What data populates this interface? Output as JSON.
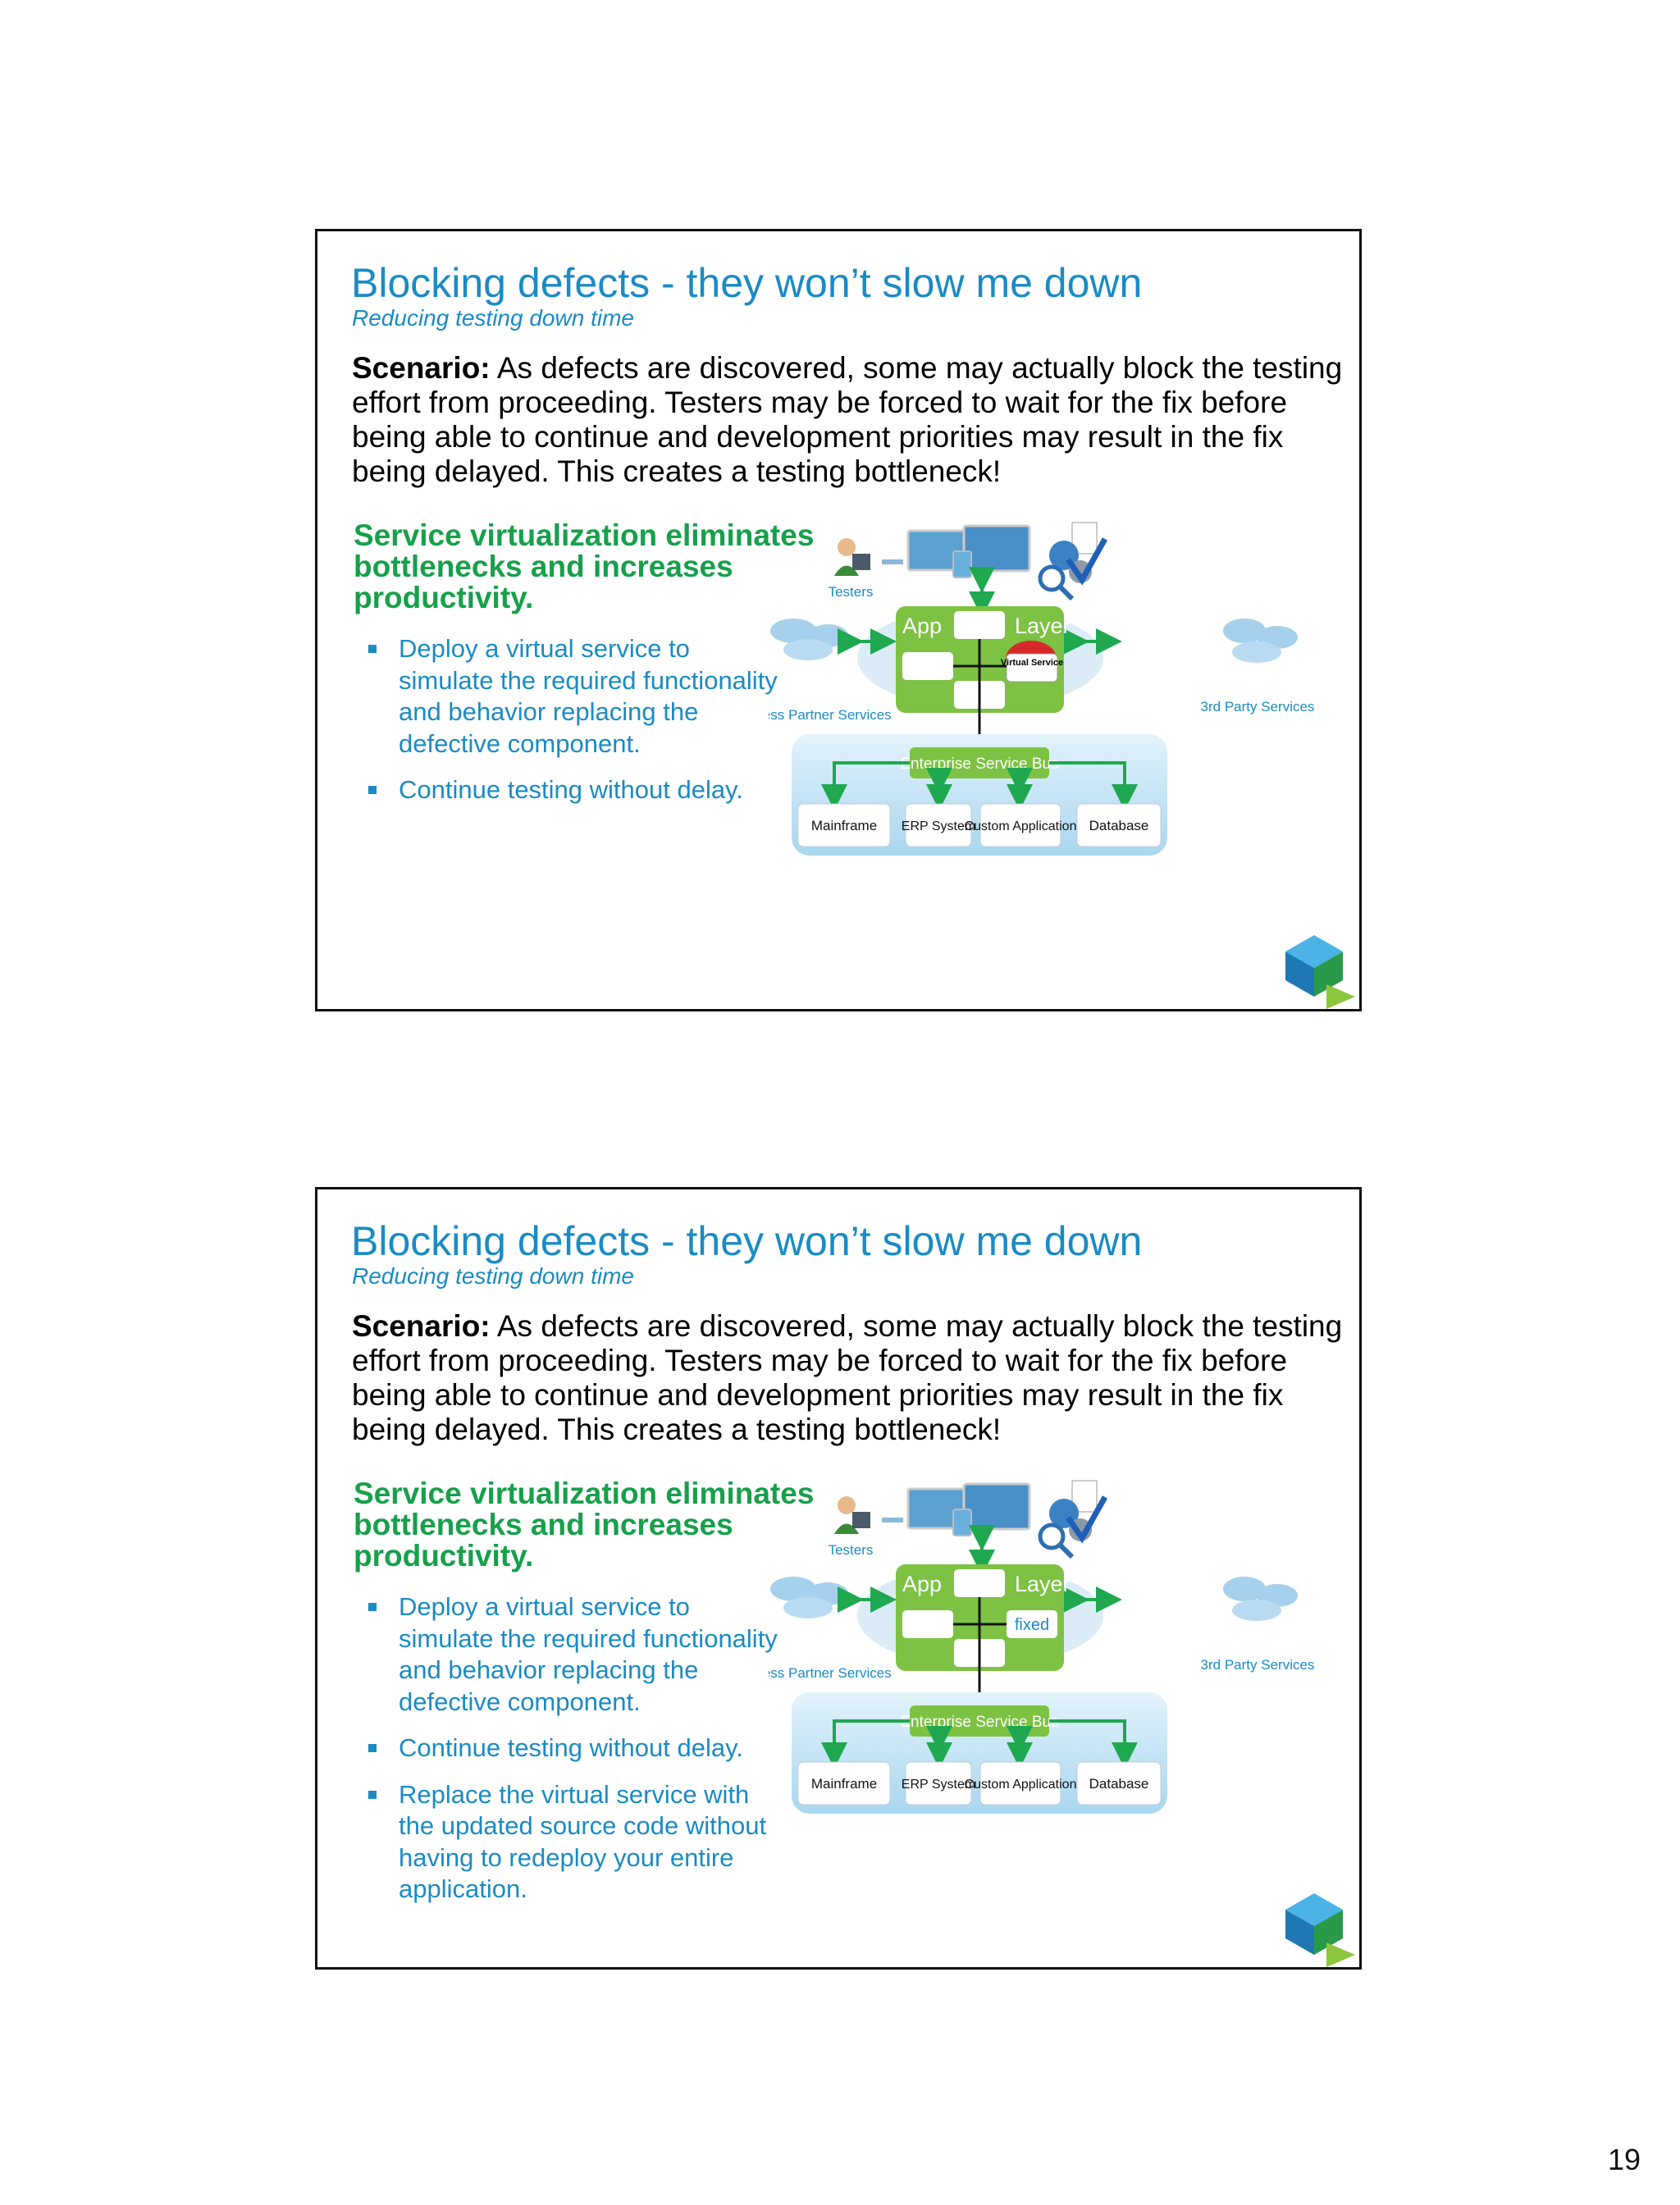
{
  "slides": [
    {
      "title": "Blocking defects - they won’t slow me down",
      "subtitle": "Reducing testing down time",
      "scenario_label": "Scenario:",
      "scenario_text": " As defects are discovered, some may actually block the testing effort from proceeding. Testers may be forced to wait for the fix before being able to continue and development priorities may result in the fix being delayed. This creates a testing bottleneck!",
      "green_heading": "Service virtualization eliminates bottlenecks and increases productivity.",
      "bullets": [
        "Deploy a virtual service to simulate the required functionality and behavior replacing the defective component.",
        "Continue testing without delay."
      ],
      "diagram": {
        "testers": "Testers",
        "app": "App",
        "layer": "Layer",
        "service_box": "Virtual Service",
        "business_partner": "Business Partner Services",
        "third_party": "3rd Party Services",
        "esb": "Enterprise Service Bus",
        "mainframe": "Mainframe",
        "erp": "ERP System",
        "custom": "Custom Application",
        "database": "Database"
      }
    },
    {
      "title": "Blocking defects - they won’t slow me down",
      "subtitle": "Reducing testing down time",
      "scenario_label": "Scenario:",
      "scenario_text": " As defects are discovered, some may actually block the testing effort from proceeding. Testers may be forced to wait for the fix before being able to continue and development priorities may result in the fix being delayed. This creates a testing bottleneck!",
      "green_heading": "Service virtualization eliminates bottlenecks and increases productivity.",
      "bullets": [
        "Deploy a virtual service to simulate the required functionality and behavior replacing the defective component.",
        "Continue testing without delay.",
        "Replace the virtual service with the updated source code without having to redeploy your entire application."
      ],
      "diagram": {
        "testers": "Testers",
        "app": "App",
        "layer": "Layer",
        "service_box": "fixed",
        "business_partner": "Business Partner Services",
        "third_party": "3rd Party Services",
        "esb": "Enterprise Service Bus",
        "mainframe": "Mainframe",
        "erp": "ERP System",
        "custom": "Custom Application",
        "database": "Database"
      }
    }
  ],
  "page_number": "19",
  "colors": {
    "title_blue": "#1a8bc4",
    "heading_green": "#16a04a",
    "app_layer_green": "#7dc242",
    "arrow_green": "#1fa84f",
    "esb_panel": "#c9e6f6"
  },
  "icons": [
    "tester-person-icon",
    "devices-icon",
    "gears-checklist-icon",
    "cloud-icon",
    "logo-cube-icon"
  ]
}
